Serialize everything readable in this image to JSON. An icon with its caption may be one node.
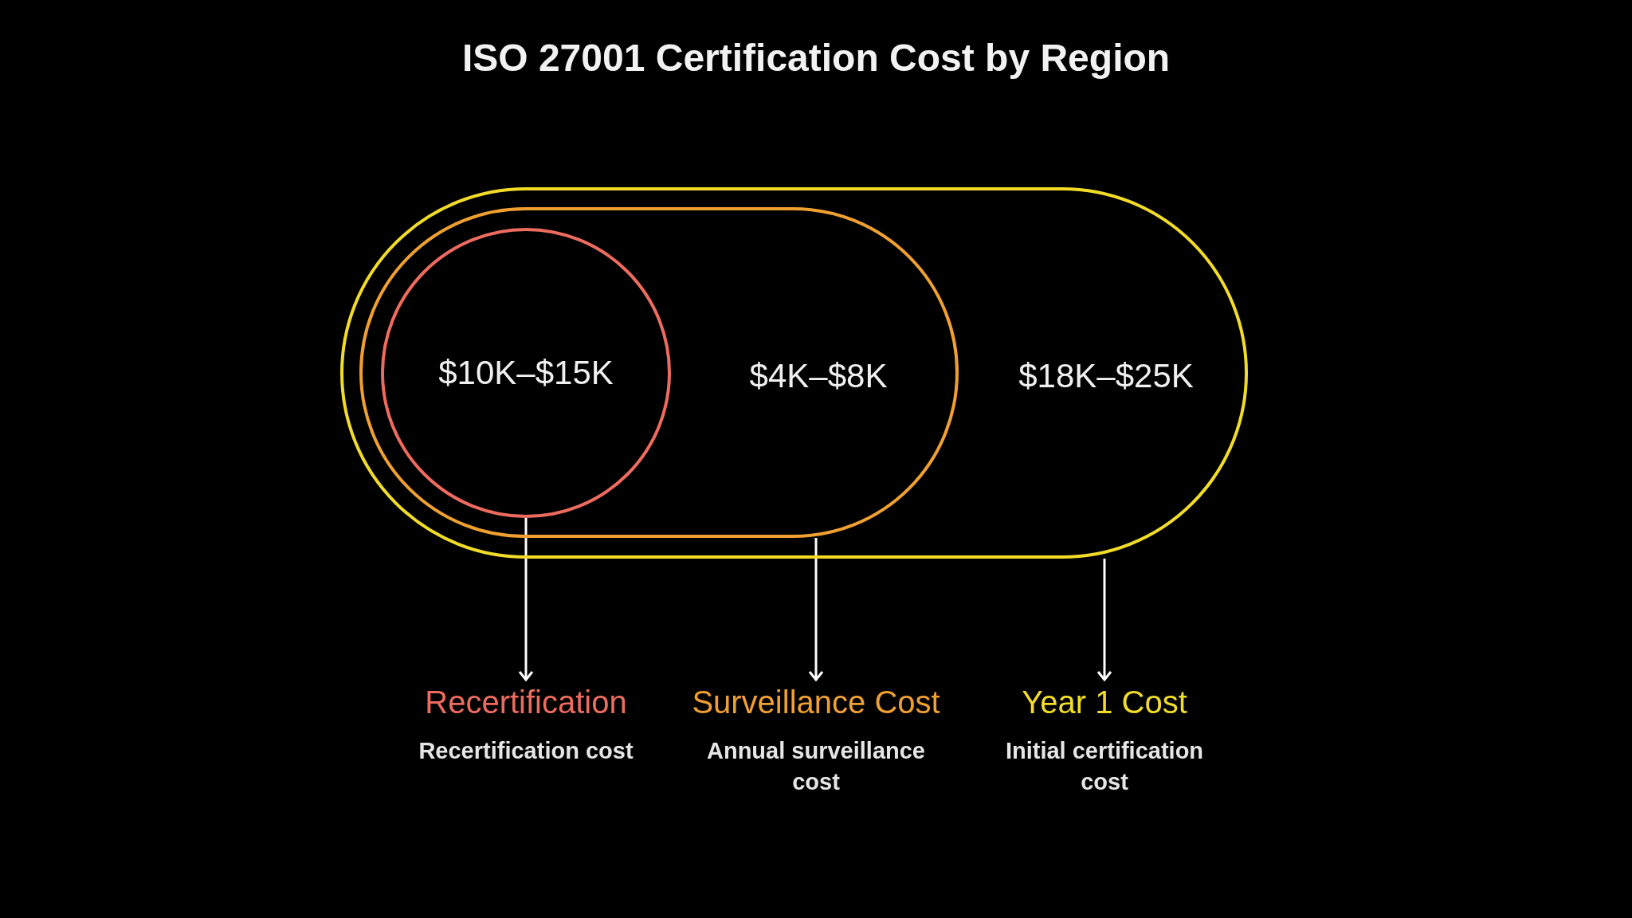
{
  "diagram": {
    "title": "ISO 27001 Certification Cost by Region",
    "nodes": [
      {
        "text": [
          "$18K–$25K"
        ]
      },
      {
        "text": [
          "$4K–$8K"
        ],
        "in": 0
      },
      {
        "text": [
          "$10K–$15K"
        ],
        "in": 1
      },
      {
        "text": [
          "Recertification",
          "Recertification cost"
        ]
      },
      {
        "text": [
          "Surveillance Cost",
          "Annual surveillance cost"
        ]
      },
      {
        "text": [
          "Year 1 Cost",
          "Initial certification cost"
        ]
      }
    ],
    "edges": [
      {
        "from": 2,
        "to": 3,
        "arrow": "to"
      },
      {
        "from": 1,
        "to": 4,
        "arrow": "to"
      },
      {
        "from": 0,
        "to": 5,
        "arrow": "to"
      }
    ]
  }
}
